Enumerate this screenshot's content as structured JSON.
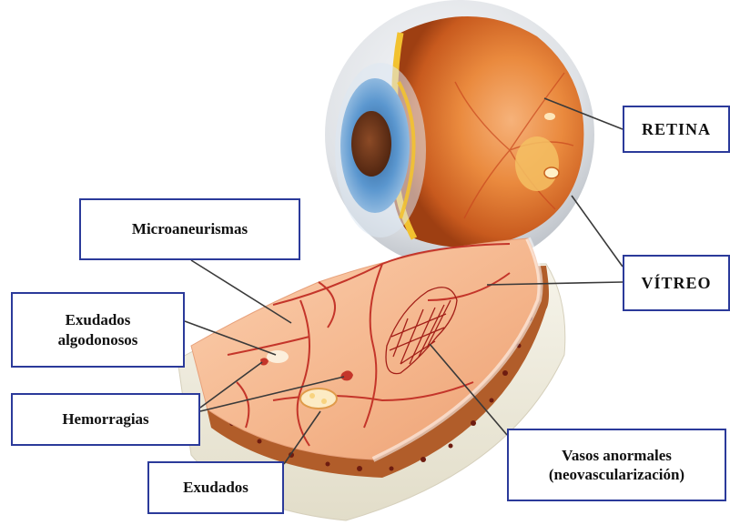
{
  "labels": {
    "retina": "RETINA",
    "vitreo": "VÍTREO",
    "microaneurismas": "Microaneurismas",
    "exudados_algodonosos": "Exudados\nalgodonosos",
    "hemorragias": "Hemorragias",
    "exudados": "Exudados",
    "vasos_anormales": "Vasos anormales\n(neovascularización)"
  },
  "colors": {
    "label_border": "#2b3a9a",
    "leader_line": "#3a3a3a",
    "retina_orange": "#e8772e",
    "iris_blue": "#4a86c4",
    "vessel_red": "#c4352a",
    "sclera_grey": "#c9ccd1"
  }
}
